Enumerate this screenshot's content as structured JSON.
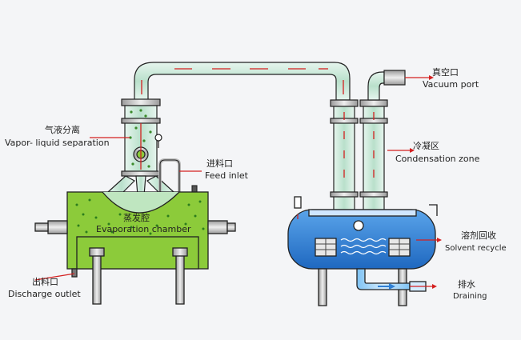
{
  "labels": {
    "vacuum_port_cn": "真空口",
    "vacuum_port_en": "Vacuum port",
    "vapor_sep_cn": "气液分离",
    "vapor_sep_en": "Vapor- liquid separation",
    "feed_inlet_cn": "进料口",
    "feed_inlet_en": "Feed inlet",
    "condensation_cn": "冷凝区",
    "condensation_en": "Condensation zone",
    "evap_cn": "蒸发腔",
    "evap_en": "Evaporation chamber",
    "solvent_cn": "溶剂回收",
    "solvent_en": "Solvent recycle",
    "discharge_cn": "出料口",
    "discharge_en": "Discharge outlet",
    "drain_cn": "排水",
    "drain_en": "Draining"
  },
  "colors": {
    "glass": "#c9e8d8",
    "evaporator": "#8ccb3a",
    "tank": "#2f7fd4",
    "leader": "#d42020",
    "steel": "#c8c8c8",
    "outline": "#222222"
  }
}
